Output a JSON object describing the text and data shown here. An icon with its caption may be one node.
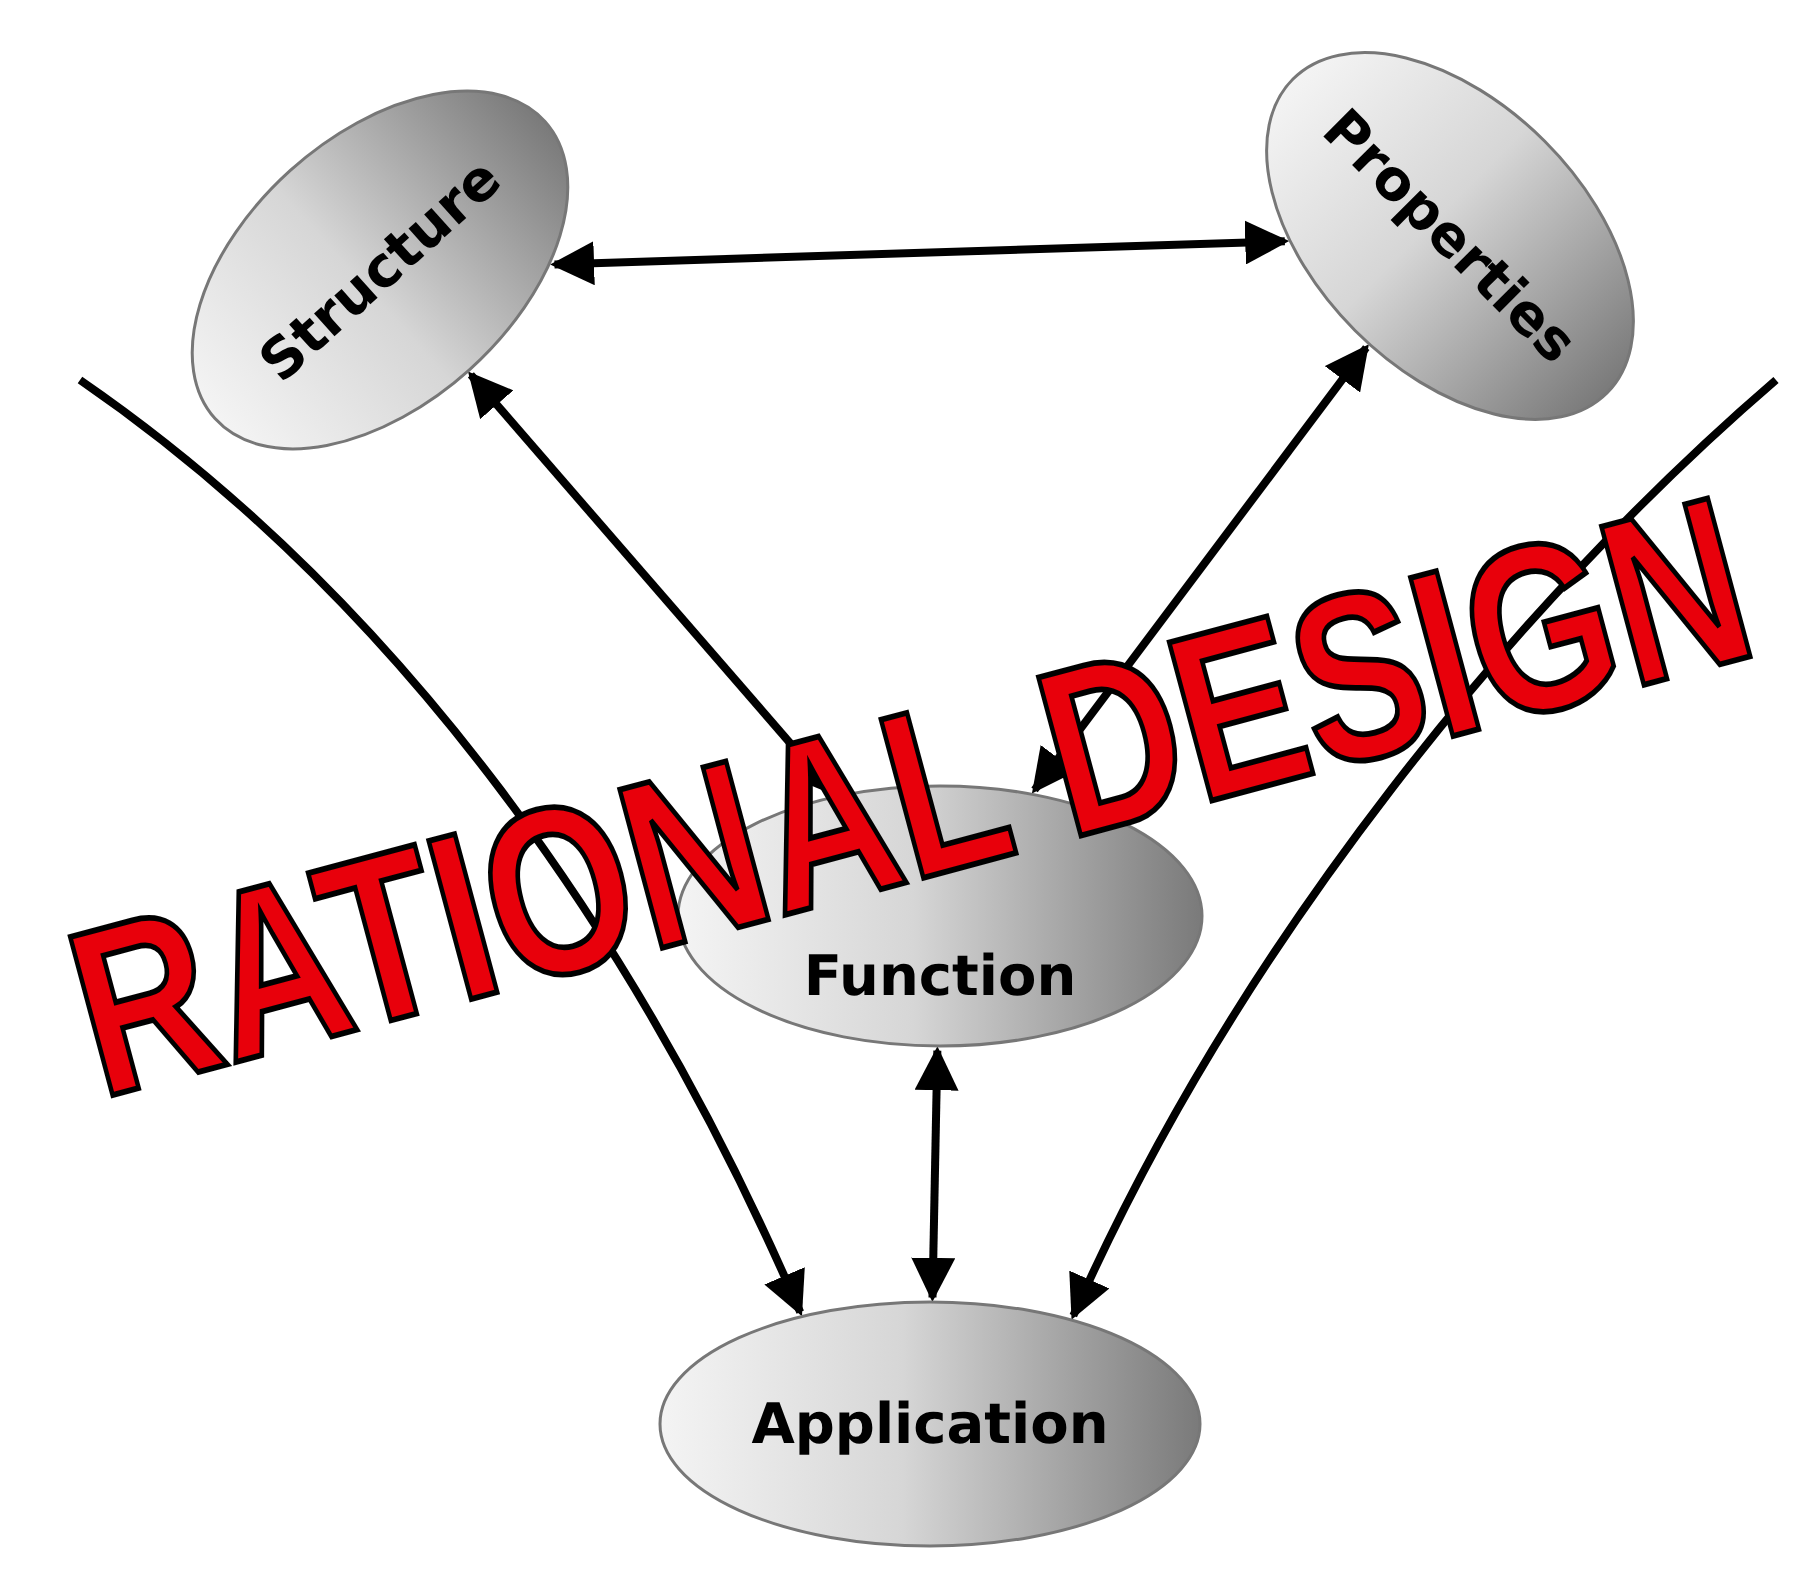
{
  "diagram": {
    "title": "RATIONAL DESIGN",
    "nodes": [
      {
        "text": [
          "Structure"
        ]
      },
      {
        "text": [
          "Properties"
        ]
      },
      {
        "text": [
          "Function"
        ]
      },
      {
        "text": [
          "Application"
        ]
      }
    ],
    "edges": [
      {
        "from": 0,
        "to": 1,
        "arrow": "both"
      },
      {
        "from": 0,
        "to": 2,
        "arrow": "both"
      },
      {
        "from": 1,
        "to": 2,
        "arrow": "both"
      },
      {
        "from": 2,
        "to": 3,
        "arrow": "both"
      },
      {
        "from": null,
        "to": 3,
        "arrow": "to"
      },
      {
        "from": null,
        "to": 3,
        "arrow": "to"
      }
    ]
  }
}
